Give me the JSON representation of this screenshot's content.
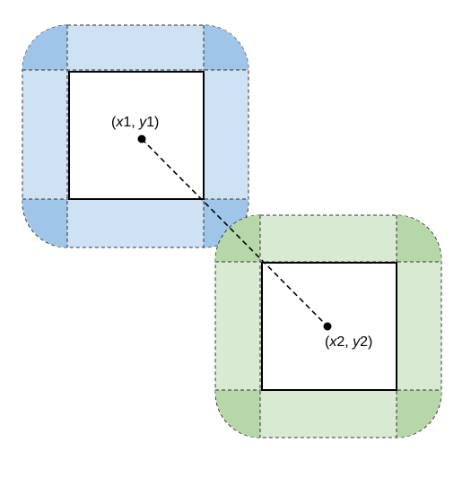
{
  "diagram": {
    "points": [
      {
        "x_var": "x",
        "x_idx": "1",
        "y_var": "y",
        "y_idx": "1"
      },
      {
        "x_var": "x",
        "x_idx": "2",
        "y_var": "y",
        "y_idx": "2"
      }
    ],
    "punct": {
      "open": "(",
      "comma": ", ",
      "close": ")"
    },
    "colors": {
      "blue_band": "#cfe2f3",
      "blue_corner": "#9fc5e8",
      "green_band": "#d9ead3",
      "green_corner": "#b6d7a8",
      "stroke": "#000000"
    }
  }
}
